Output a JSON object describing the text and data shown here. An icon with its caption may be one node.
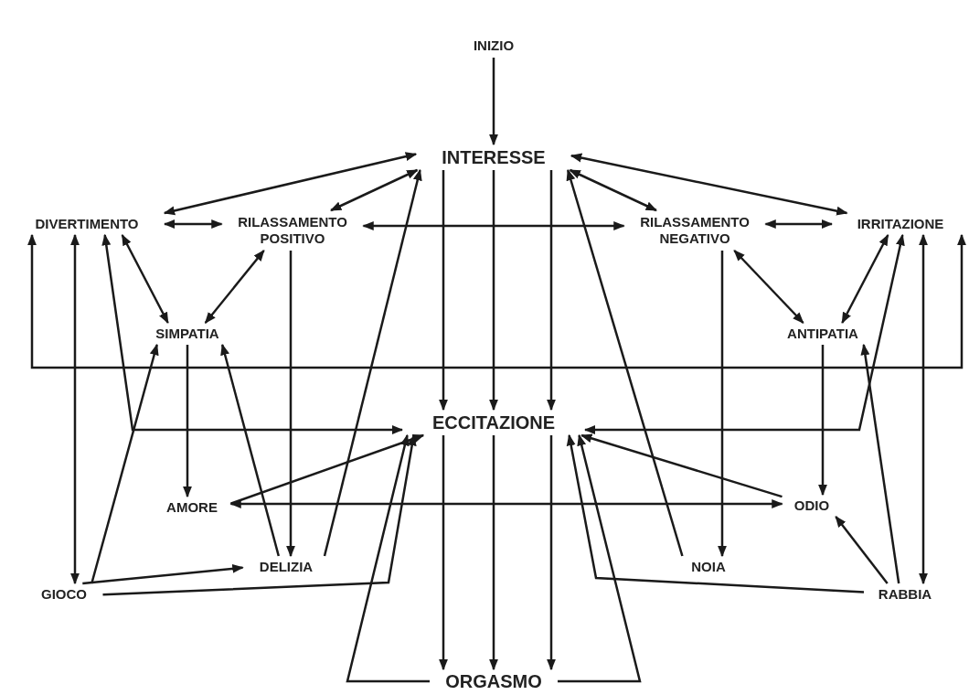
{
  "diagram": {
    "nodes": [
      {
        "text": [
          "INIZIO"
        ]
      },
      {
        "text": [
          "INTERESSE"
        ]
      },
      {
        "text": [
          "DIVERTIMENTO"
        ]
      },
      {
        "text": [
          "RILASSAMENTO POSITIVO"
        ]
      },
      {
        "text": [
          "RILASSAMENTO NEGATIVO"
        ]
      },
      {
        "text": [
          "IRRITAZIONE"
        ]
      },
      {
        "text": [
          "SIMPATIA"
        ]
      },
      {
        "text": [
          "ANTIPATIA"
        ]
      },
      {
        "text": [
          "ECCITAZIONE"
        ]
      },
      {
        "text": [
          "AMORE"
        ]
      },
      {
        "text": [
          "ODIO"
        ]
      },
      {
        "text": [
          "GIOCO"
        ]
      },
      {
        "text": [
          "DELIZIA"
        ]
      },
      {
        "text": [
          "NOIA"
        ]
      },
      {
        "text": [
          "RABBIA"
        ]
      },
      {
        "text": [
          "ORGASMO"
        ]
      }
    ],
    "edges": [
      {
        "from": 0,
        "to": 1,
        "arrow": "to"
      },
      {
        "from": 1,
        "to": 2,
        "arrow": "both"
      },
      {
        "from": 1,
        "to": 3,
        "arrow": "both"
      },
      {
        "from": 1,
        "to": 4,
        "arrow": "both"
      },
      {
        "from": 1,
        "to": 5,
        "arrow": "both"
      },
      {
        "from": 2,
        "to": 3,
        "arrow": "both"
      },
      {
        "from": 3,
        "to": 4,
        "arrow": "both"
      },
      {
        "from": 4,
        "to": 5,
        "arrow": "both"
      },
      {
        "from": 2,
        "to": 6,
        "arrow": "both"
      },
      {
        "from": 3,
        "to": 6,
        "arrow": "both"
      },
      {
        "from": 4,
        "to": 7,
        "arrow": "both"
      },
      {
        "from": 5,
        "to": 7,
        "arrow": "both"
      },
      {
        "from": 1,
        "to": 8,
        "arrow": "to"
      },
      {
        "from": 1,
        "to": 8,
        "arrow": "to"
      },
      {
        "from": 1,
        "to": 8,
        "arrow": "to"
      },
      {
        "from": 8,
        "to": 15,
        "arrow": "to"
      },
      {
        "from": 8,
        "to": 15,
        "arrow": "to"
      },
      {
        "from": 8,
        "to": 15,
        "arrow": "to"
      },
      {
        "from": 6,
        "to": 9,
        "arrow": "to"
      },
      {
        "from": 3,
        "to": 12,
        "arrow": "to"
      },
      {
        "from": 4,
        "to": 13,
        "arrow": "to"
      },
      {
        "from": 7,
        "to": 10,
        "arrow": "to"
      },
      {
        "from": 2,
        "to": 11,
        "arrow": "both"
      },
      {
        "from": 5,
        "to": 14,
        "arrow": "both"
      },
      {
        "from": 2,
        "to": 5,
        "arrow": "both"
      },
      {
        "from": 11,
        "to": 6,
        "arrow": "to"
      },
      {
        "from": 2,
        "to": 8,
        "arrow": "both"
      },
      {
        "from": 12,
        "to": 6,
        "arrow": "to"
      },
      {
        "from": 12,
        "to": 1,
        "arrow": "to"
      },
      {
        "from": 13,
        "to": 1,
        "arrow": "to"
      },
      {
        "from": 9,
        "to": 8,
        "arrow": "to"
      },
      {
        "from": 10,
        "to": 8,
        "arrow": "to"
      },
      {
        "from": 9,
        "to": 10,
        "arrow": "both"
      },
      {
        "from": 11,
        "to": 12,
        "arrow": "to"
      },
      {
        "from": 11,
        "to": 8,
        "arrow": "to"
      },
      {
        "from": 14,
        "to": 8,
        "arrow": "to"
      },
      {
        "from": 14,
        "to": 10,
        "arrow": "to"
      },
      {
        "from": 5,
        "to": 8,
        "arrow": "both"
      },
      {
        "from": 14,
        "to": 7,
        "arrow": "to"
      },
      {
        "from": 15,
        "to": 8,
        "arrow": "to"
      },
      {
        "from": 15,
        "to": 8,
        "arrow": "to"
      }
    ]
  }
}
